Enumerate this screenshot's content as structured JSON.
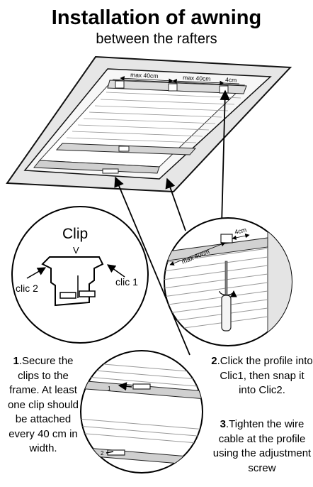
{
  "header": {
    "title": "Installation of awning",
    "subtitle": "between the rafters"
  },
  "window_diagram": {
    "dim_a": "max 40cm",
    "dim_b": "max 40cm",
    "dim_c": "4cm"
  },
  "clip_detail": {
    "label": "Clip",
    "arrow_mark": "V",
    "clic2": "clic 2",
    "clic1": "clic 1"
  },
  "profile_detail": {
    "dim_max": "max 40cm",
    "dim_small": "4cm"
  },
  "bottom_detail": {
    "mark_1": "1",
    "mark_2": "2"
  },
  "steps": [
    {
      "number": "1",
      "text": ".Secure the clips to the frame. At least one clip should be attached every 40 cm in width."
    },
    {
      "number": "2",
      "text": ".Click the profile into Clic1, then snap it into Clic2."
    },
    {
      "number": "3",
      "text": ".Tighten the wire cable at the profile using the adjustment screw"
    }
  ]
}
